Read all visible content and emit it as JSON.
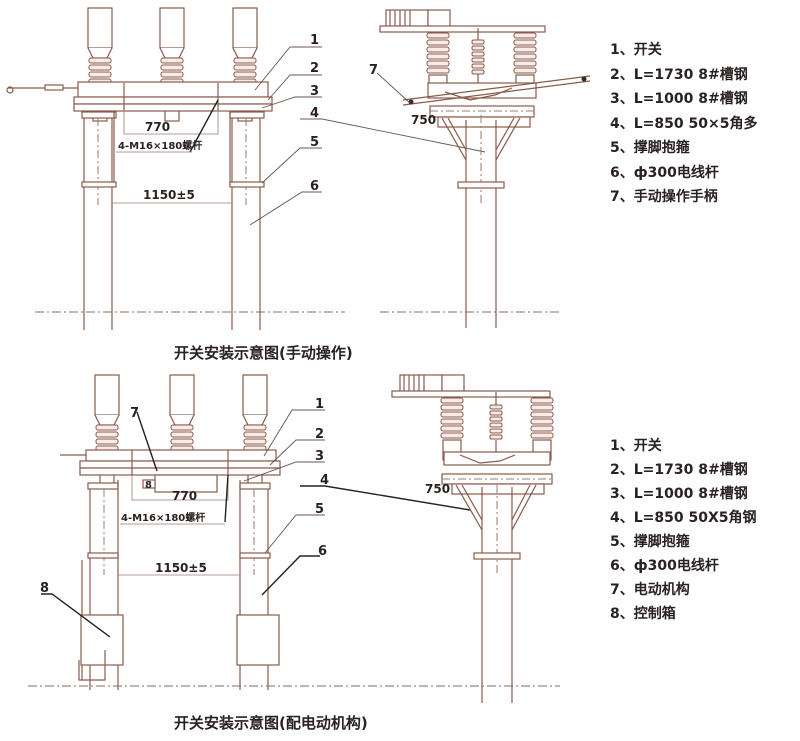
{
  "diagram_top": {
    "caption": "开关安装示意图(手动操作)",
    "callouts": [
      "1",
      "2",
      "3",
      "4",
      "5",
      "6",
      "7"
    ],
    "dimensions": {
      "bolt_spacing": "770",
      "bolts": "4-M16×180螺杆",
      "pole_spacing": "1150±5",
      "side_width": "750"
    },
    "legend": [
      "1、开关",
      "2、L=1730 8#槽钢",
      "3、L=1000 8#槽钢",
      "4、L=850 50×5角多",
      "5、撑脚抱箍",
      "6、ф300电线杆",
      "7、手动操作手柄"
    ]
  },
  "diagram_bottom": {
    "caption": "开关安装示意图(配电动机构)",
    "callouts": [
      "1",
      "2",
      "3",
      "4",
      "5",
      "6",
      "7",
      "8"
    ],
    "dimensions": {
      "bolt_spacing": "770",
      "bolts": "4-M16×180螺杆",
      "pole_spacing": "1150±5",
      "side_width": "750",
      "small_label": "8"
    },
    "legend": [
      "1、开关",
      "2、L=1730  8#槽钢",
      "3、L=1000  8#槽钢",
      "4、L=850  50X5角钢",
      "5、撑脚抱箍",
      "6、ф300电线杆",
      "7、电动机构",
      "8、控制箱"
    ]
  }
}
